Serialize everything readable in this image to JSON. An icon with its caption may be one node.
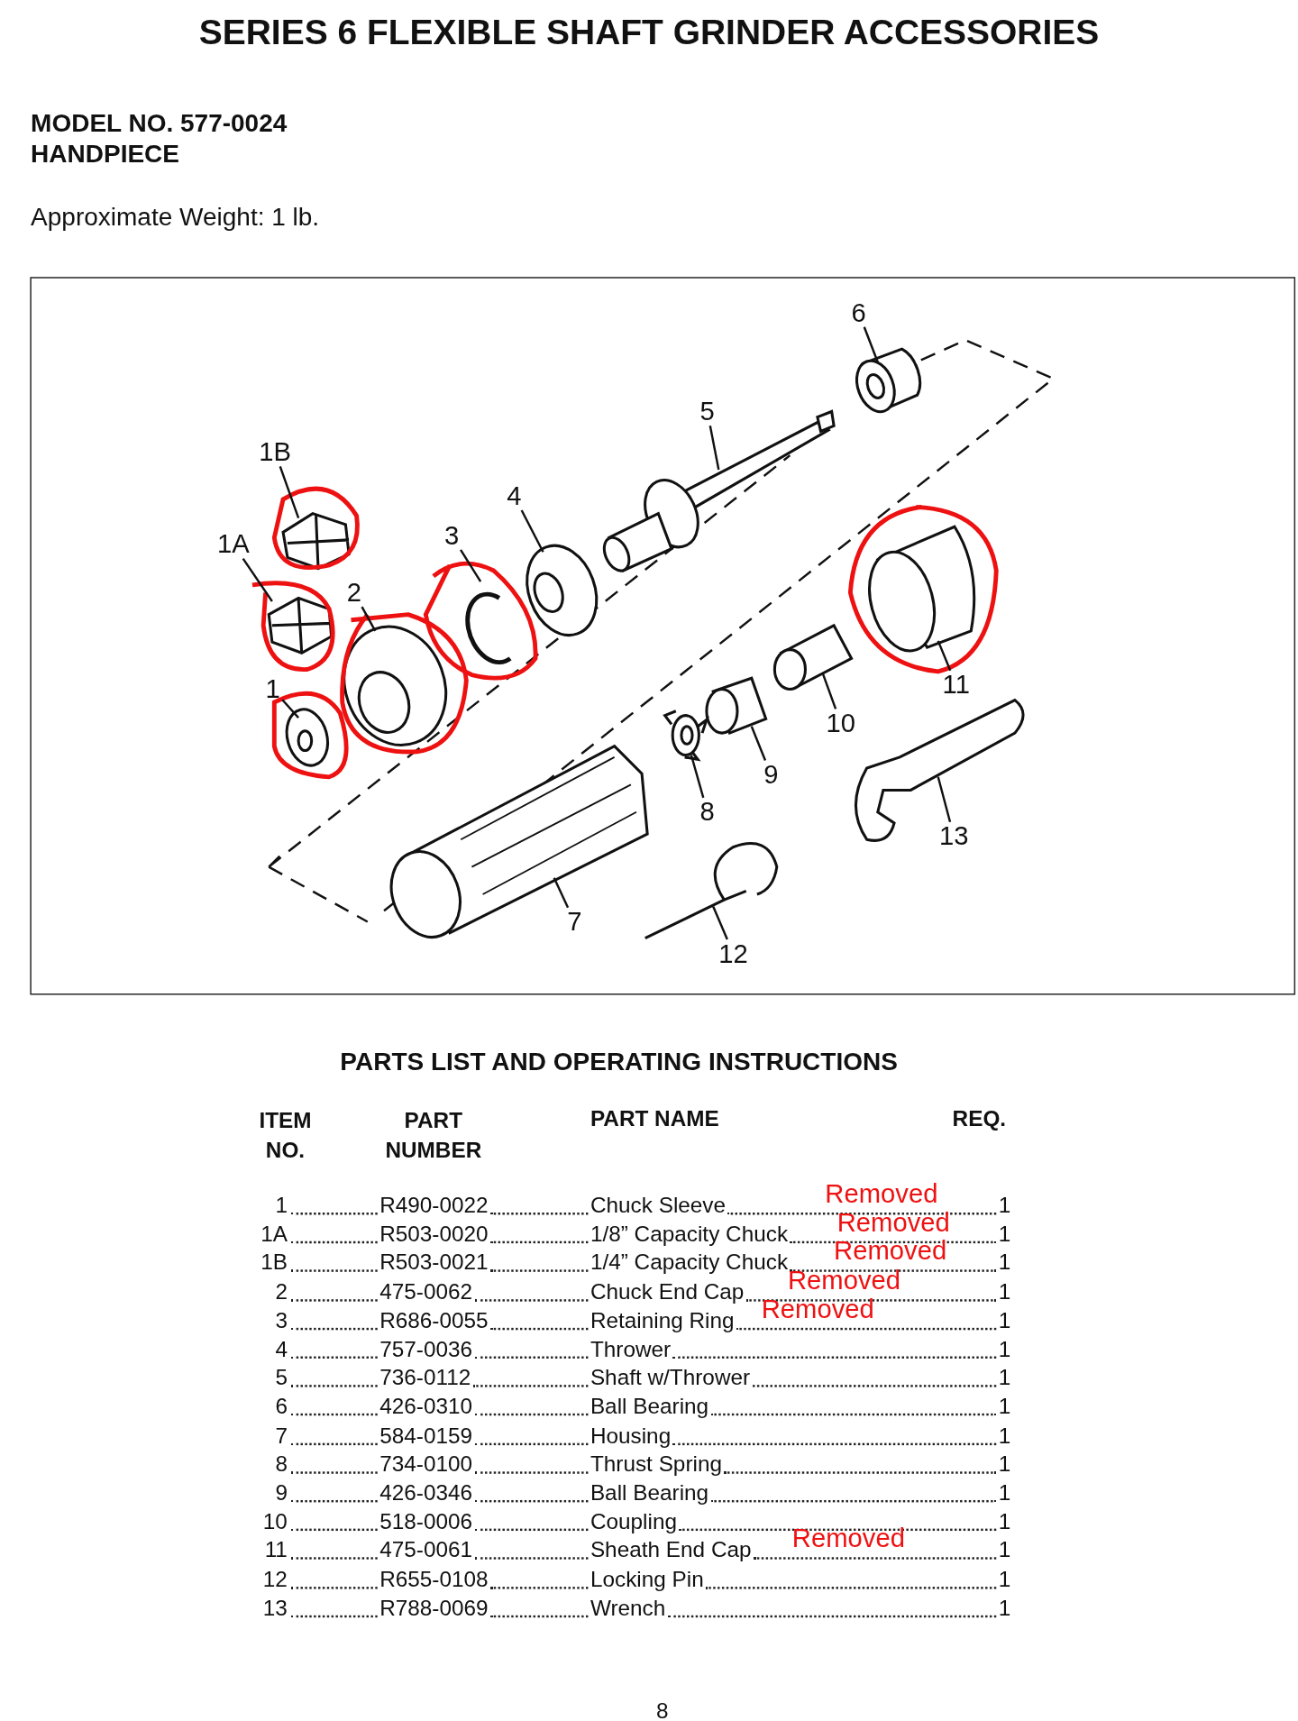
{
  "diagram": {
    "title": "SERIES 6 FLEXIBLE SHAFT GRINDER ACCESSORIES",
    "nodes": [
      {
        "text": [
          "6"
        ]
      },
      {
        "text": [
          "5"
        ]
      },
      {
        "text": [
          "1B"
        ]
      },
      {
        "text": [
          "4"
        ]
      },
      {
        "text": [
          "1A"
        ]
      },
      {
        "text": [
          "3"
        ]
      },
      {
        "text": [
          "2"
        ]
      },
      {
        "text": [
          "11"
        ]
      },
      {
        "text": [
          "1"
        ]
      },
      {
        "text": [
          "10"
        ]
      },
      {
        "text": [
          "9"
        ]
      },
      {
        "text": [
          "13"
        ]
      },
      {
        "text": [
          "8"
        ]
      },
      {
        "text": [
          "7"
        ]
      },
      {
        "text": [
          "12"
        ]
      },
      {
        "text": [],
        "shape": "picture"
      },
      {
        "text": [],
        "shape": "picture"
      },
      {
        "text": [],
        "shape": "picture"
      },
      {
        "text": [],
        "shape": "picture"
      },
      {
        "text": [],
        "shape": "picture"
      },
      {
        "text": [],
        "shape": "picture"
      },
      {
        "text": [],
        "shape": "picture"
      },
      {
        "text": [],
        "shape": "picture"
      },
      {
        "text": [],
        "shape": "picture"
      },
      {
        "text": [],
        "shape": "picture"
      },
      {
        "text": [],
        "shape": "picture"
      },
      {
        "text": [],
        "shape": "picture"
      },
      {
        "text": [],
        "shape": "picture"
      },
      {
        "text": [],
        "shape": "picture"
      },
      {
        "text": [],
        "shape": "picture"
      }
    ],
    "edges": [
      {
        "from": 0,
        "to": 15,
        "arrow": "none"
      },
      {
        "from": 1,
        "to": 16,
        "arrow": "none"
      },
      {
        "from": 2,
        "to": 17,
        "arrow": "none"
      },
      {
        "from": 3,
        "to": 18,
        "arrow": "none"
      },
      {
        "from": 4,
        "to": 19,
        "arrow": "none"
      },
      {
        "from": 5,
        "to": 20,
        "arrow": "none"
      },
      {
        "from": 6,
        "to": 21,
        "arrow": "none"
      },
      {
        "from": 7,
        "to": 22,
        "arrow": "none"
      },
      {
        "from": 8,
        "to": 23,
        "arrow": "none"
      },
      {
        "from": 9,
        "to": 24,
        "arrow": "none"
      },
      {
        "from": 10,
        "to": 25,
        "arrow": "none"
      },
      {
        "from": 11,
        "to": 26,
        "arrow": "none"
      },
      {
        "from": 12,
        "to": 27,
        "arrow": "none"
      },
      {
        "from": 13,
        "to": 28,
        "arrow": "none"
      },
      {
        "from": 14,
        "to": 29,
        "arrow": "none"
      }
    ],
    "labels": [
      "MODEL NO. 577-0024",
      "HANDPIECE",
      "Approximate Weight: 1 lb.",
      "PARTS LIST AND OPERATING INSTRUCTIONS",
      "ITEM NO.",
      "PART NUMBER",
      "PART NAME",
      "REQ.",
      "1",
      "R490-0022",
      "Chuck Sleeve",
      "Removed",
      "1",
      "1A",
      "R503-0020",
      "1/8” Capacity Chuck",
      "Removed",
      "1",
      "1B",
      "R503-0021",
      "1/4” Capacity Chuck",
      "Removed",
      "1",
      "2",
      "475-0062",
      "Chuck End Cap",
      "Removed",
      "1",
      "3",
      "R686-0055",
      "Retaining Ring",
      "Removed",
      "1",
      "4",
      "757-0036",
      "Thrower",
      "1",
      "5",
      "736-0112",
      "Shaft w/Thrower",
      "1",
      "6",
      "426-0310",
      "Ball Bearing",
      "1",
      "7",
      "584-0159",
      "Housing",
      "1",
      "8",
      "734-0100",
      "Thrust Spring",
      "1",
      "9",
      "426-0346",
      "Ball Bearing",
      "1",
      "10",
      "518-0006",
      "Coupling",
      "1",
      "11",
      "475-0061",
      "Sheath End Cap",
      "Removed",
      "1",
      "12",
      "R655-0108",
      "Locking Pin",
      "1",
      "13",
      "R788-0069",
      "Wrench",
      "1",
      "8"
    ]
  }
}
